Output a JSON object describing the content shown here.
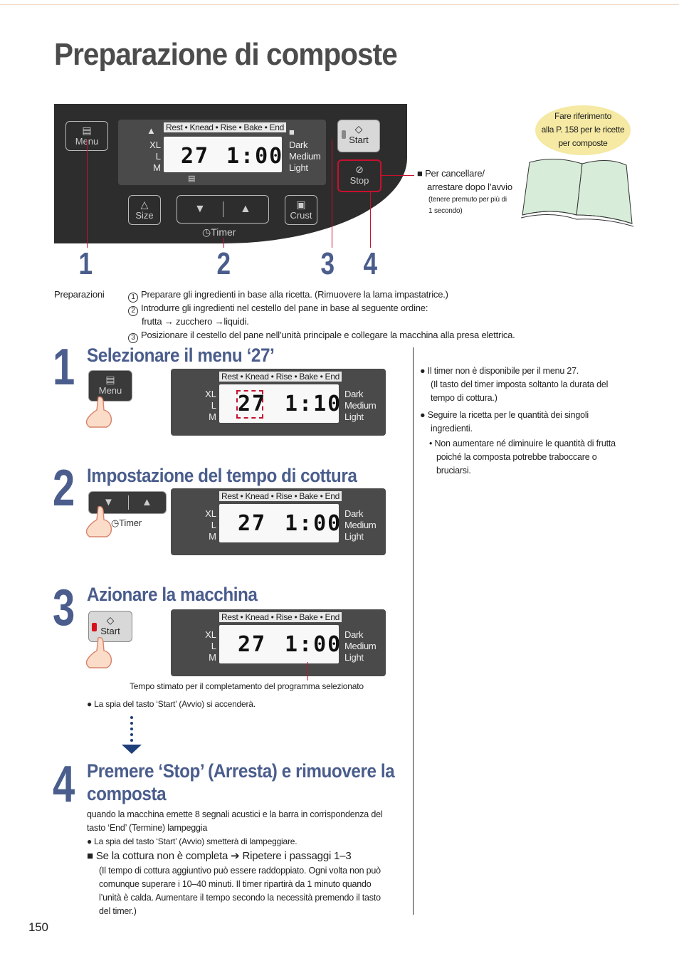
{
  "page": {
    "title": "Preparazione di composte",
    "page_number": "150"
  },
  "panel": {
    "menu_label": "Menu",
    "start_label": "Start",
    "stop_label": "Stop",
    "size_label": "Size",
    "crust_label": "Crust",
    "timer_label": "Timer",
    "strip": "Rest • Knead • Rise • Bake • End",
    "sizes": [
      "XL",
      "L",
      "M"
    ],
    "crusts": [
      "Dark",
      "Medium",
      "Light"
    ],
    "display_menu": "27",
    "display_time": "1:00",
    "down_arrow": "▼",
    "up_arrow": "▲"
  },
  "callouts": {
    "numbers": [
      "1",
      "2",
      "3",
      "4"
    ],
    "stop_note_1": "■ Per cancellare/",
    "stop_note_2": "arrestare dopo l’avvio",
    "stop_note_3": "(tenere premuto per più di",
    "stop_note_4": "1 secondo)",
    "bubble_1": "Fare riferimento",
    "bubble_2": "alla P. 158 per le ricette",
    "bubble_3": "per composte"
  },
  "preparations": {
    "label": "Preparazioni",
    "items": [
      {
        "num": "1",
        "text": "Preparare gli ingredienti in base alla ricetta. (Rimuovere la lama impastatrice.)"
      },
      {
        "num": "2",
        "text": "Introdurre gli ingredienti nel cestello del pane in base al seguente ordine:"
      },
      {
        "num": "",
        "text": "frutta → zucchero →liquidi."
      },
      {
        "num": "3",
        "text": "Posizionare il cestello del pane nell’unità principale e collegare la macchina alla presa elettrica."
      }
    ]
  },
  "steps": [
    {
      "num": "1",
      "heading": "Selezionare il menu ‘27’",
      "display_menu": "27",
      "display_time": "1:10"
    },
    {
      "num": "2",
      "heading": "Impostazione del tempo di cottura",
      "display_menu": "27",
      "display_time": "1:00"
    },
    {
      "num": "3",
      "heading": "Azionare la macchina",
      "display_menu": "27",
      "display_time": "1:00"
    },
    {
      "num": "4",
      "heading_1": "Premere ‘Stop’ (Arresta) e rimuovere la",
      "heading_2": "composta"
    }
  ],
  "step3": {
    "caption": "Tempo stimato per il completamento del programma selezionato",
    "note": "● La spia del tasto ‘Start’ (Avvio) si accenderà."
  },
  "step4": {
    "l1": "quando la macchina emette 8 segnali acustici e la barra in corrispondenza del",
    "l2": "tasto ‘End’ (Termine)  lampeggia",
    "l3": "● La spia del tasto ‘Start’ (Avvio) smetterà di lampeggiare.",
    "l4": "■ Se la cottura non è completa ➔ Ripetere i passaggi 1–3",
    "l5": "(Il tempo di cottura aggiuntivo può essere raddoppiato. Ogni volta non può",
    "l6": "comunque superare i 10–40 minuti. Il timer ripartirà da 1 minuto quando",
    "l7": "l’unità è calda. Aumentare il tempo secondo la necessità premendo il tasto",
    "l8": "del timer.)"
  },
  "notes": {
    "n1": "● Il timer non è disponibile per il menu 27.",
    "n2": "(Il tasto del timer imposta soltanto la durata del",
    "n3": "tempo di cottura.)",
    "n4": "● Seguire la ricetta per le quantità dei singoli",
    "n5": "ingredienti.",
    "n6": "• Non aumentare né diminuire le quantità di frutta",
    "n7": "poiché la composta potrebbe traboccare o",
    "n8": "bruciarsi."
  }
}
